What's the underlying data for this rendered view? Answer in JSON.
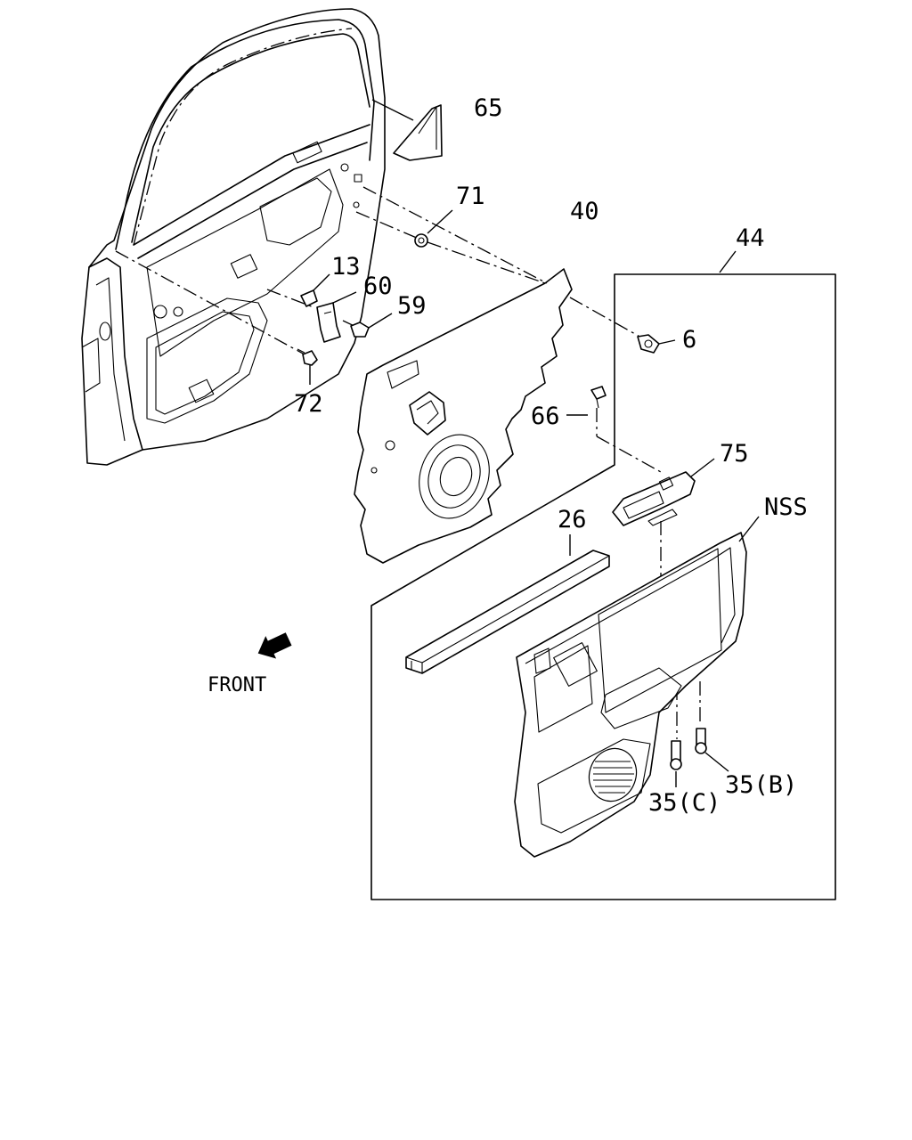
{
  "diagram": {
    "direction_label": "FRONT",
    "callouts": [
      {
        "id": "c65",
        "text": "65"
      },
      {
        "id": "c71",
        "text": "71"
      },
      {
        "id": "c40",
        "text": "40"
      },
      {
        "id": "c44",
        "text": "44"
      },
      {
        "id": "c13",
        "text": "13"
      },
      {
        "id": "c60",
        "text": "60"
      },
      {
        "id": "c59",
        "text": "59"
      },
      {
        "id": "c6",
        "text": "6"
      },
      {
        "id": "c72",
        "text": "72"
      },
      {
        "id": "c66",
        "text": "66"
      },
      {
        "id": "c75",
        "text": "75"
      },
      {
        "id": "cnss",
        "text": "NSS"
      },
      {
        "id": "c26",
        "text": "26"
      },
      {
        "id": "c35b",
        "text": "35(B)"
      },
      {
        "id": "c35c",
        "text": "35(C)"
      }
    ]
  }
}
